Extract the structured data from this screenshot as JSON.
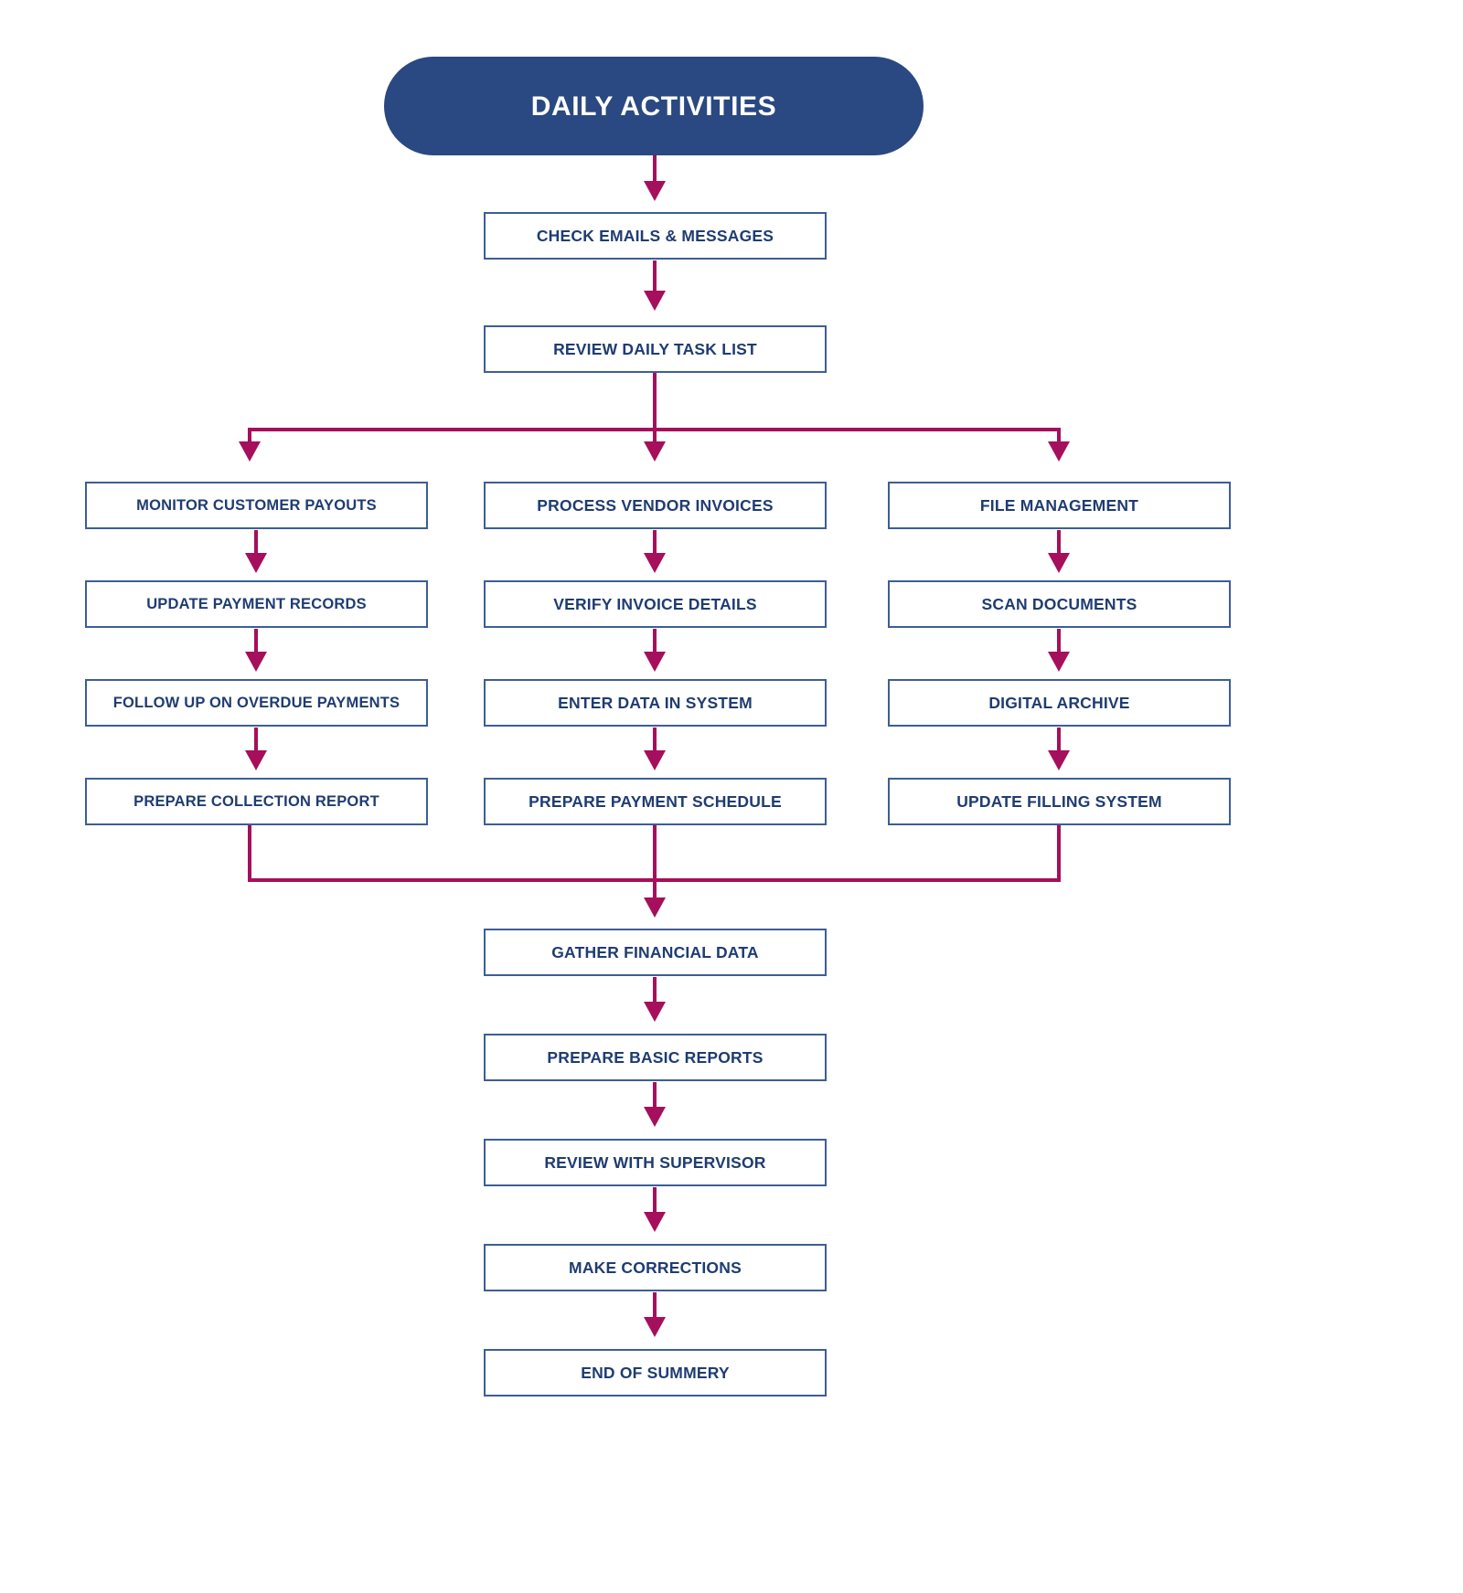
{
  "diagram": {
    "title": "DAILY ACTIVITIES",
    "colors": {
      "header_fill": "#2A4881",
      "header_text": "#ffffff",
      "node_border": "#3C5E96",
      "node_fill": "#ffffff",
      "node_text": "#1F3C72",
      "connector": "#A50F5B",
      "background": "#ffffff"
    },
    "top_sequence": [
      {
        "label": "CHECK EMAILS & MESSAGES"
      },
      {
        "label": "REVIEW DAILY TASK LIST"
      }
    ],
    "branches": [
      {
        "name": "receivables",
        "steps": [
          {
            "label": "MONITOR CUSTOMER PAYOUTS"
          },
          {
            "label": "UPDATE PAYMENT RECORDS"
          },
          {
            "label": "FOLLOW UP ON OVERDUE PAYMENTS"
          },
          {
            "label": "PREPARE COLLECTION REPORT"
          }
        ]
      },
      {
        "name": "payables",
        "steps": [
          {
            "label": "PROCESS VENDOR INVOICES"
          },
          {
            "label": "VERIFY INVOICE DETAILS"
          },
          {
            "label": "ENTER DATA IN SYSTEM"
          },
          {
            "label": "PREPARE PAYMENT SCHEDULE"
          }
        ]
      },
      {
        "name": "filing",
        "steps": [
          {
            "label": "FILE MANAGEMENT"
          },
          {
            "label": "SCAN DOCUMENTS"
          },
          {
            "label": "DIGITAL ARCHIVE"
          },
          {
            "label": "UPDATE FILLING SYSTEM"
          }
        ]
      }
    ],
    "bottom_sequence": [
      {
        "label": "GATHER FINANCIAL DATA"
      },
      {
        "label": "PREPARE BASIC REPORTS"
      },
      {
        "label": "REVIEW WITH SUPERVISOR"
      },
      {
        "label": "MAKE CORRECTIONS"
      },
      {
        "label": "END OF SUMMERY"
      }
    ]
  }
}
